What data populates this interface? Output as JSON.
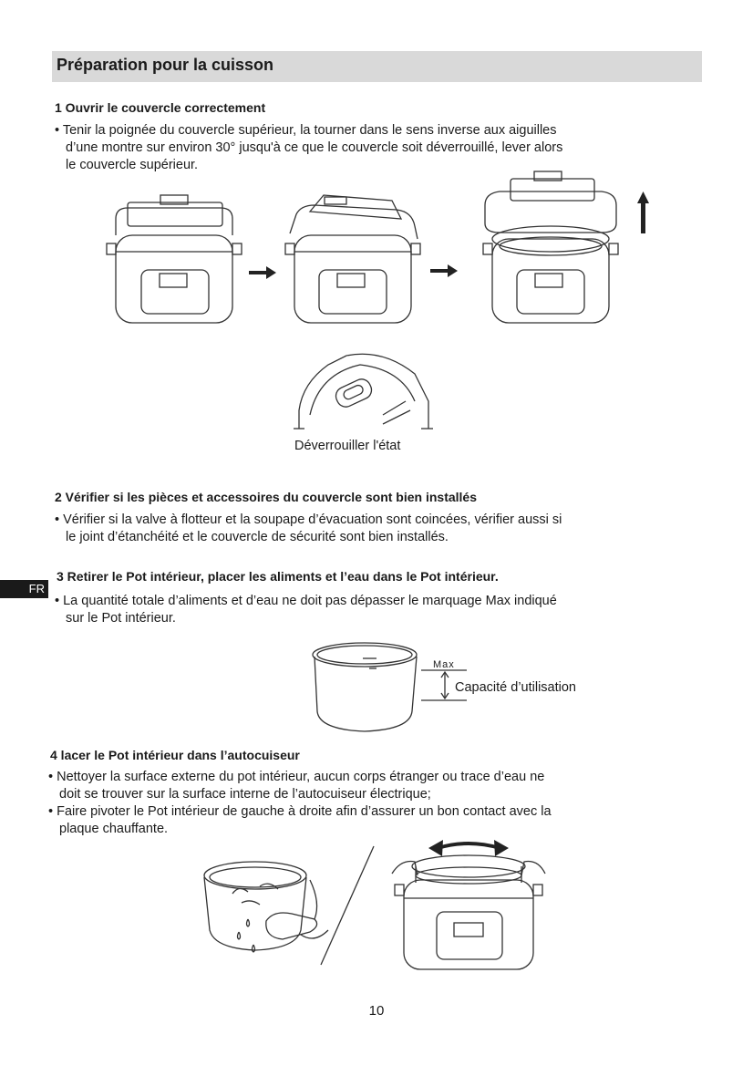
{
  "header": {
    "title": "Préparation pour la cuisson"
  },
  "side_tab": {
    "label": "FR"
  },
  "sections": [
    {
      "heading": "1 Ouvrir le couvercle correctement",
      "bullets": [
        [
          "• Tenir la poignée du couvercle supérieur, la tourner dans le sens inverse aux aiguilles",
          "d’une montre sur environ 30° jusqu'à ce que le couvercle soit déverrouillé, lever alors",
          "le couvercle supérieur."
        ]
      ],
      "caption": "Déverrouiller l'état"
    },
    {
      "heading": "2 Vérifier si les pièces et accessoires du couvercle sont bien installés",
      "bullets": [
        [
          "• Vérifier si la valve à flotteur et la soupape d’évacuation sont coincées, vérifier aussi si",
          "le joint d’étanchéité et le couvercle de sécurité sont bien installés."
        ]
      ]
    },
    {
      "heading": "3 Retirer le Pot intérieur, placer les aliments et l’eau dans le Pot intérieur.",
      "bullets": [
        [
          "• La quantité totale d’aliments et d’eau ne doit pas dépasser le marquage Max indiqué",
          "sur le Pot intérieur."
        ]
      ],
      "max_label": "Max",
      "capacity_label": "Capacité d’utilisation"
    },
    {
      "heading": "4 lacer le Pot intérieur dans l’autocuiseur",
      "bullets": [
        [
          "• Nettoyer la surface externe du pot intérieur, aucun corps étranger ou trace d’eau ne",
          "doit se trouver sur la surface interne de l’autocuiseur électrique;"
        ],
        [
          "• Faire pivoter le Pot intérieur de gauche à droite afin d’assurer un bon contact avec la",
          "plaque chauffante."
        ]
      ]
    }
  ],
  "page_number": "10",
  "colors": {
    "header_bg": "#d9d9d9",
    "tab_bg": "#1a1a1a",
    "line": "#333333"
  }
}
